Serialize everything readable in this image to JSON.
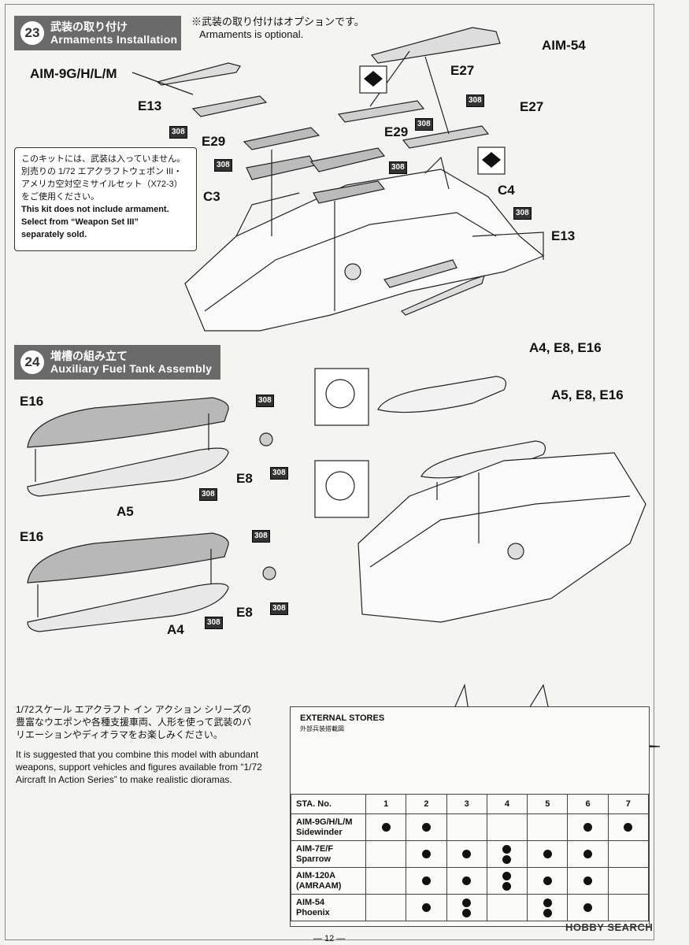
{
  "page": {
    "number_text": "— 12 —",
    "watermark": "HOBBY SEARCH"
  },
  "step23": {
    "number": "23",
    "title_jp": "武装の取り付け",
    "title_en": "Armaments Installation",
    "option_note_jp": "※武装の取り付けはオプションです。",
    "option_note_en": "Armaments is optional.",
    "labels": {
      "aim54": "AIM-54",
      "aim9": "AIM-9G/H/L/M",
      "e27_a": "E27",
      "e27_b": "E27",
      "e13_a": "E13",
      "e13_b": "E13",
      "e29_a": "E29",
      "e29_b": "E29",
      "c3": "C3",
      "c4": "C4"
    },
    "paint_code": "308",
    "note_box": {
      "jp_line1": "このキットには、武装は入っていません。",
      "jp_line2": "別売りの 1/72 エアクラフトウェポン III・",
      "jp_line3": "アメリカ空対空ミサイルセット（X72-3）",
      "jp_line4": "をご使用ください。",
      "en_line1": "This kit does not include armament.",
      "en_line2": "Select from “Weapon Set III”",
      "en_line3": "separately sold."
    }
  },
  "step24": {
    "number": "24",
    "title_jp": "増槽の組み立て",
    "title_en": "Auxiliary Fuel Tank Assembly",
    "labels": {
      "e16_a": "E16",
      "e16_b": "E16",
      "e8_a": "E8",
      "e8_b": "E8",
      "a5": "A5",
      "a4": "A4",
      "a4e8e16": "A4, E8, E16",
      "a5e8e16": "A5, E8, E16"
    }
  },
  "bottom_note": {
    "jp": "1/72スケール エアクラフト イン アクション シリーズの豊富なウエポンや各種支援車両、人形を使って武装のバリエーションやディオラマをお楽しみください。",
    "jp_line1": "1/72スケール エアクラフト イン アクション シリーズの",
    "jp_line2": "豊富なウエポンや各種支援車両、人形を使って武装のバ",
    "jp_line3": "リエーションやディオラマをお楽しみください。",
    "en_line1": "It is suggested that you combine this model with abundant",
    "en_line2": "weapons, support vehicles and figures available from “1/72",
    "en_line3": "Aircraft In Action Series” to make realistic dioramas."
  },
  "external_stores": {
    "title": "EXTERNAL STORES",
    "subtitle_jp": "外部兵装搭載図",
    "sta_label": "STA. No.",
    "stations": [
      "1",
      "2",
      "3",
      "4",
      "5",
      "6",
      "7"
    ],
    "rows": [
      {
        "name1": "AIM-9G/H/L/M",
        "name2": "Sidewinder",
        "counts": [
          1,
          1,
          0,
          0,
          0,
          1,
          1
        ]
      },
      {
        "name1": "AIM-7E/F",
        "name2": "Sparrow",
        "counts": [
          0,
          1,
          1,
          2,
          1,
          1,
          0
        ]
      },
      {
        "name1": "AIM-120A",
        "name2": "(AMRAAM)",
        "counts": [
          0,
          1,
          1,
          2,
          1,
          1,
          0
        ]
      },
      {
        "name1": "AIM-54",
        "name2": "Phoenix",
        "counts": [
          0,
          1,
          2,
          0,
          2,
          1,
          0
        ]
      }
    ]
  }
}
